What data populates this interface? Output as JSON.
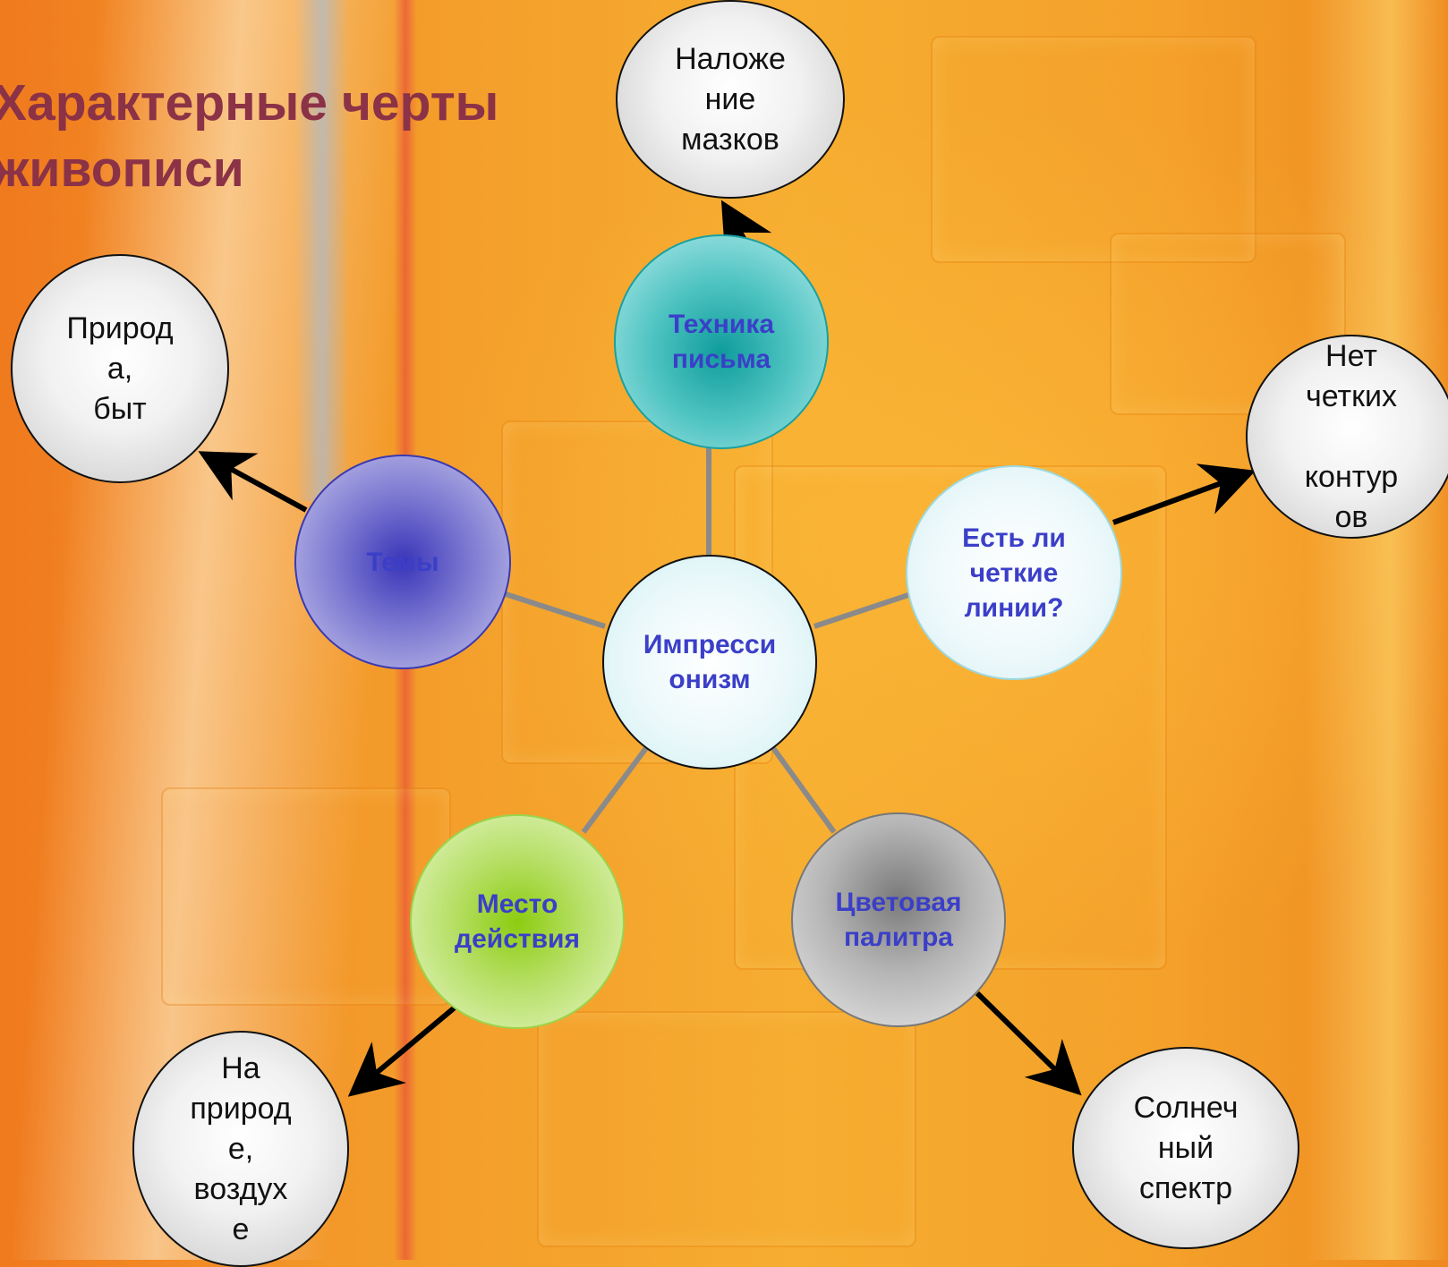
{
  "title": {
    "line1": "Характерные черты",
    "line2": "живописи"
  },
  "center": {
    "label": "Импресси\nонизм"
  },
  "categories": {
    "technique": "Техника\nписьма",
    "lines": "Есть ли\nчеткие\nлинии?",
    "themes": "Темы",
    "place": "Место\nдействия",
    "palette": "Цветовая\nпалитра"
  },
  "leaves": {
    "technique": "Наложе\nние\nмазков",
    "lines": "Нет\nчетких\n\nконтур\nов",
    "themes": "Природ\nа,\nбыт",
    "place": "На\nприрод\nе,\nвоздух\nе",
    "palette": "Солнеч\nный\nспектр"
  },
  "colors": {
    "title": "#8b3247",
    "hub_text": "#3b3fc8",
    "connector": "#8a8a8a",
    "arrow": "#000000",
    "technique_fill": "#0f9c9c",
    "themes_fill": "#3a35b8",
    "place_fill": "#8ccc10",
    "palette_fill": "#7a7a7a",
    "lines_fill": "#eef9fb"
  }
}
